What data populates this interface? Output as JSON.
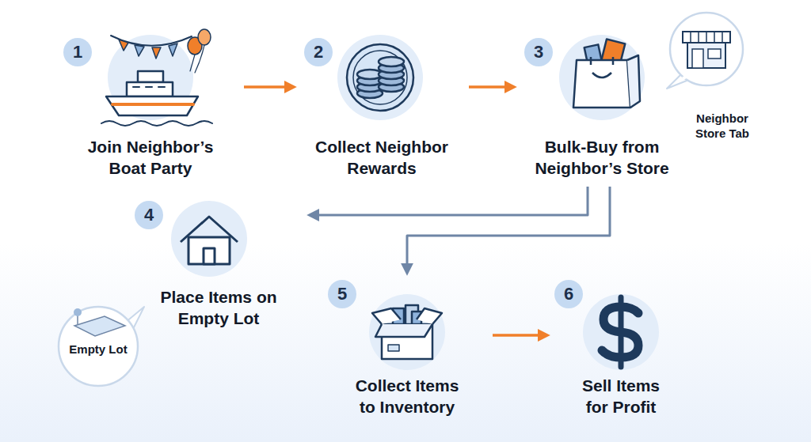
{
  "diagram": {
    "nodes": [
      {
        "text": [
          "1",
          "Join Neighbor’s Boat Party"
        ]
      },
      {
        "text": [
          "2",
          "Collect Neighbor Rewards"
        ]
      },
      {
        "text": [
          "3",
          "Bulk-Buy from Neighbor’s Store"
        ]
      },
      {
        "text": [
          "Neighbor Store Tab"
        ]
      },
      {
        "text": [
          "4",
          "Place Items on Empty Lot"
        ]
      },
      {
        "text": [
          "Empty Lot"
        ]
      },
      {
        "text": [
          "5",
          "Collect Items to Inventory"
        ]
      },
      {
        "text": [
          "6",
          "Sell Items for Profit"
        ]
      }
    ],
    "edges": [
      {
        "from": 0,
        "to": 1,
        "arrow": "to"
      },
      {
        "from": 1,
        "to": 2,
        "arrow": "to"
      },
      {
        "from": 2,
        "to": 4,
        "arrow": "to"
      },
      {
        "from": 2,
        "to": 6,
        "arrow": "to"
      },
      {
        "from": 6,
        "to": 7,
        "arrow": "to"
      }
    ]
  }
}
